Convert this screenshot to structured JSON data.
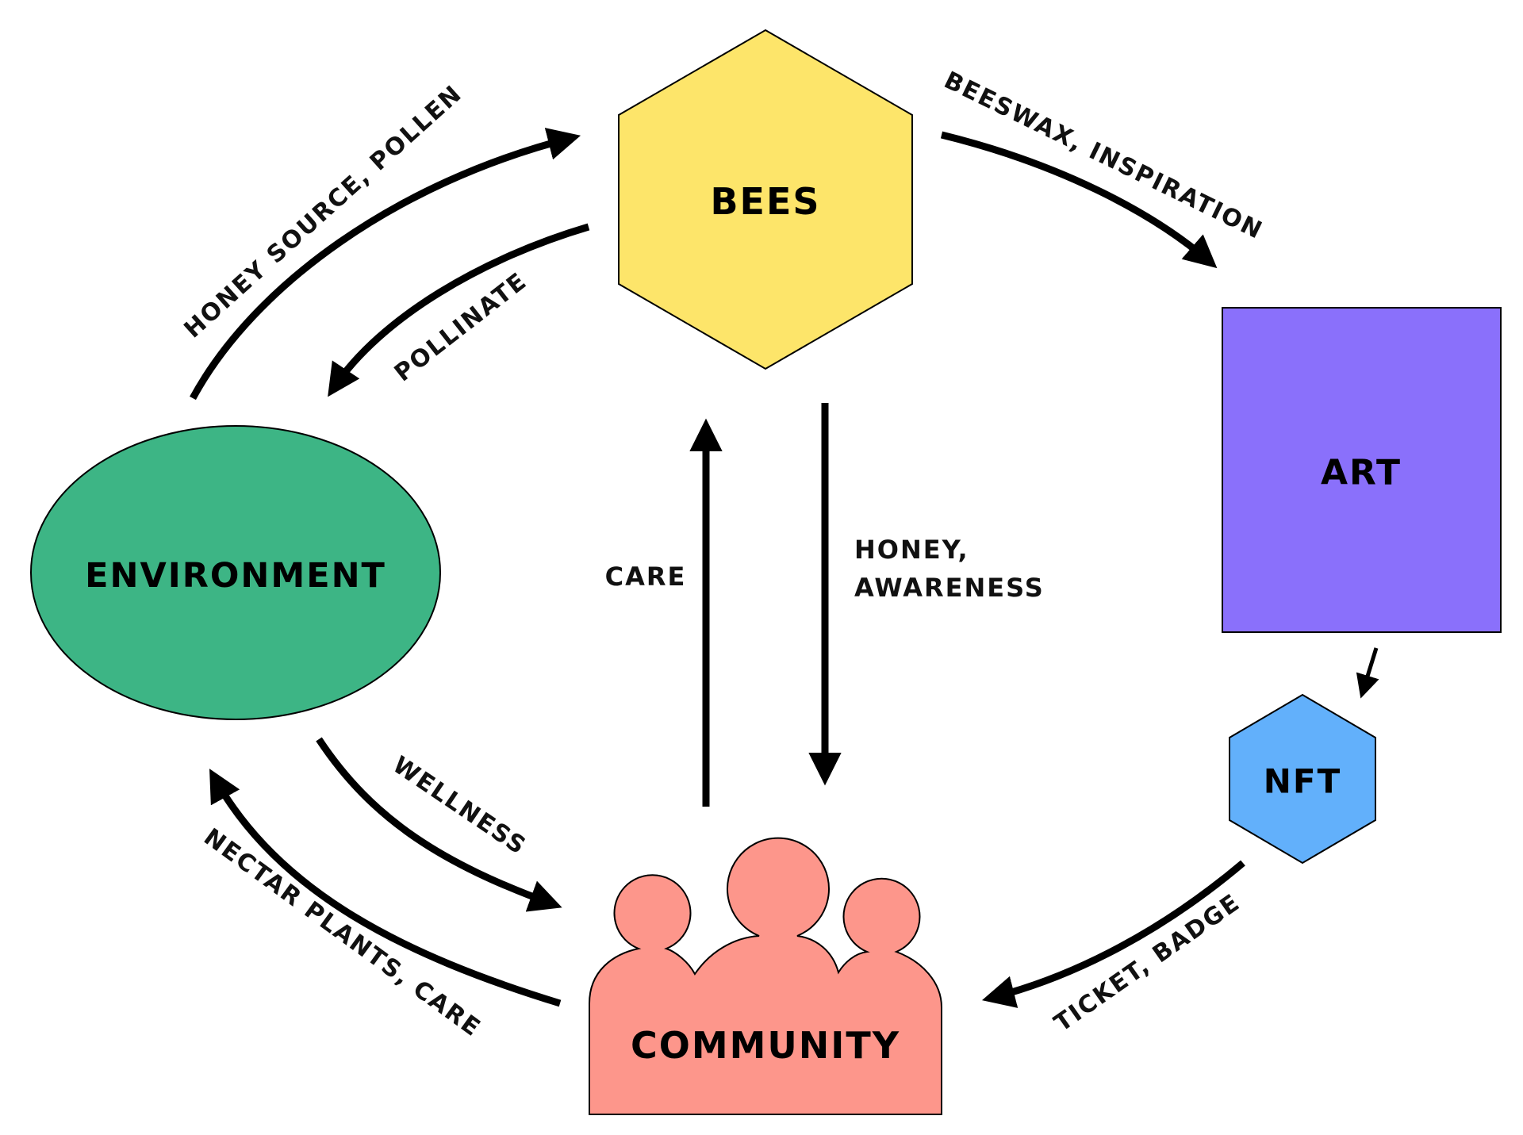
{
  "nodes": {
    "bees": {
      "label": "BEES",
      "color": "#fde56a"
    },
    "art": {
      "label": "ART",
      "color": "#8a70fb"
    },
    "nft": {
      "label": "NFT",
      "color": "#62b0fb"
    },
    "environment": {
      "label": "ENVIRONMENT",
      "color": "#3db585"
    },
    "community": {
      "label": "COMMUNITY",
      "color": "#fd968b"
    }
  },
  "edges": {
    "honey_source": "HONEY SOURCE, POLLEN",
    "pollinate": "POLLINATE",
    "beeswax": "BEESWAX, INSPIRATION",
    "care": "CARE",
    "honey_line1": "HONEY,",
    "honey_line2": "AWARENESS",
    "wellness": "WELLNESS",
    "nectar": "NECTAR PLANTS, CARE",
    "ticket": "TICKET, BADGE"
  }
}
